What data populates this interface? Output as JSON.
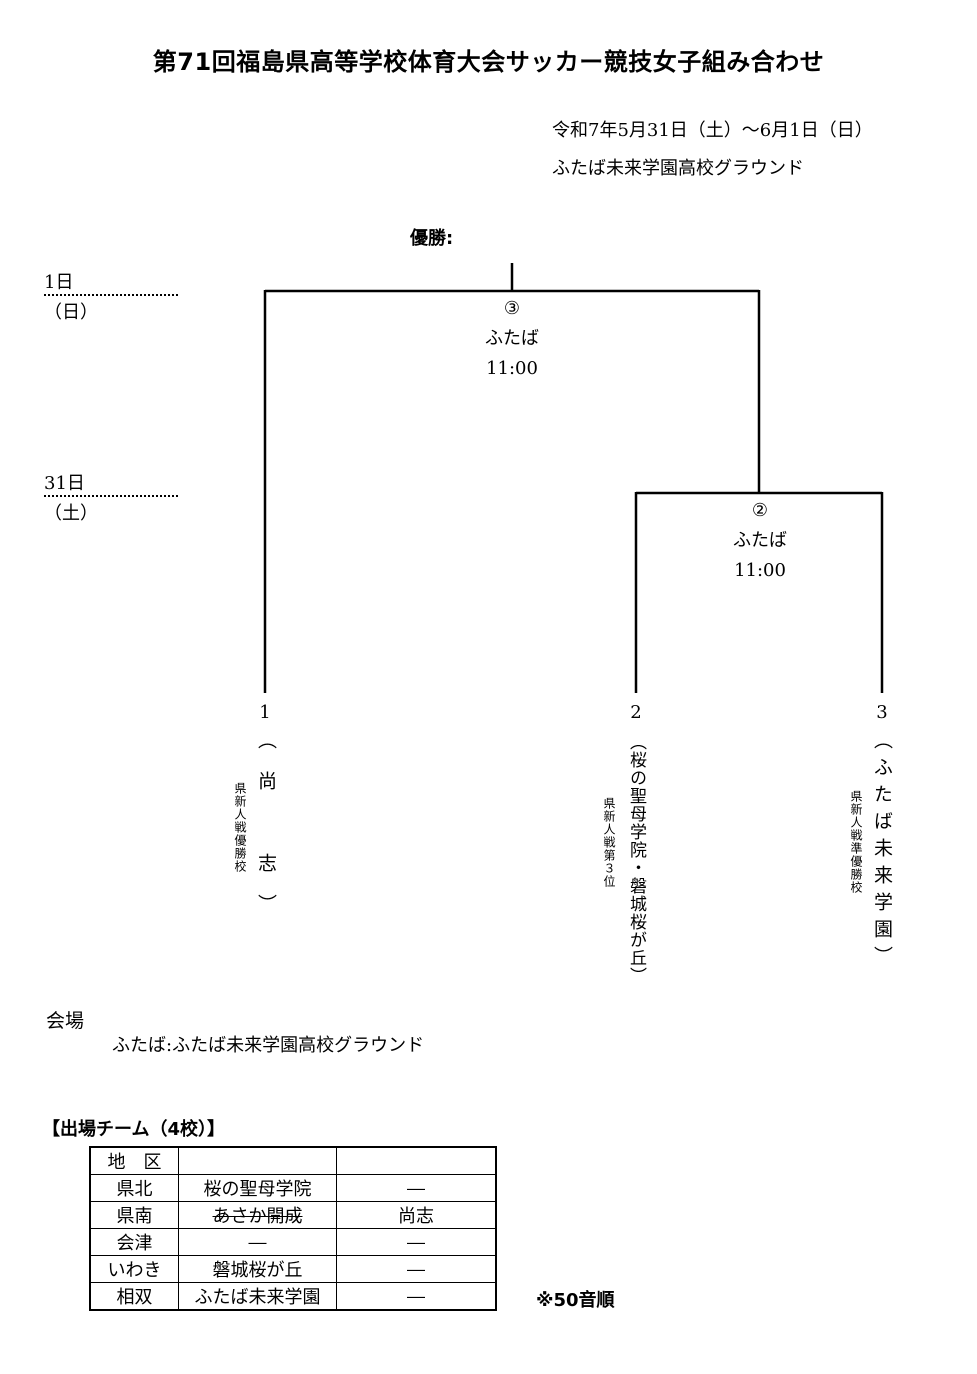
{
  "title": "第71回福島県高等学校体育大会サッカー競技女子組み合わせ",
  "date": "令和7年5月31日（土）～6月1日（日）",
  "location": "ふたば未来学園高校グラウンド",
  "champion_label": "優勝:",
  "days": [
    {
      "day": "1日",
      "weekday": "（日）"
    },
    {
      "day": "31日",
      "weekday": "（土）"
    }
  ],
  "matches": [
    {
      "number": "③",
      "venue": "ふたば",
      "time": "11:00"
    },
    {
      "number": "②",
      "venue": "ふたば",
      "time": "11:00"
    }
  ],
  "teams": [
    {
      "seed": "1",
      "name": "（尚　志）",
      "note": "県新人戦優勝校"
    },
    {
      "seed": "2",
      "name": "（桜の聖母学院・磐城桜が丘）",
      "note": "県新人戦第３位"
    },
    {
      "seed": "3",
      "name": "（ふたば未来学園）",
      "note": "県新人戦準優勝校"
    }
  ],
  "venue_section": {
    "heading": "会場",
    "entry": "ふたば:ふたば未来学園高校グラウンド"
  },
  "participants_heading": "【出場チーム（4校）】",
  "table": {
    "header": [
      "地　区",
      "",
      ""
    ],
    "rows": [
      [
        "県北",
        "桜の聖母学院",
        "―"
      ],
      [
        "県南",
        "あさか開成",
        "尚志"
      ],
      [
        "会津",
        "―",
        "―"
      ],
      [
        "いわき",
        "磐城桜が丘",
        "―"
      ],
      [
        "相双",
        "ふたば未来学園",
        "―"
      ]
    ]
  },
  "note": "※50音順"
}
